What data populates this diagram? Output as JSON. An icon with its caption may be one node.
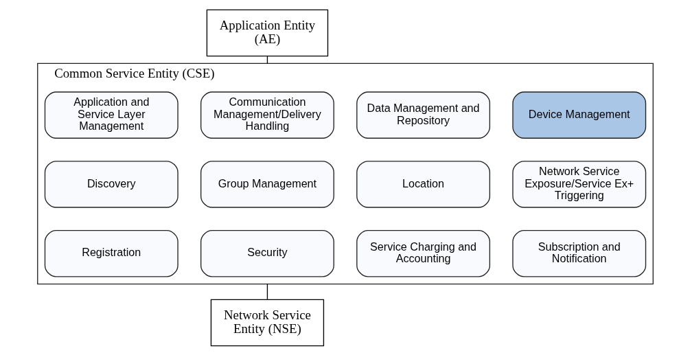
{
  "diagram": {
    "nodes": [
      {
        "text": [
          "Application Entity (AE)"
        ]
      },
      {
        "text": [
          "Common Service Entity (CSE)"
        ]
      },
      {
        "text": [
          "Application and Service Layer Management"
        ],
        "in": 1
      },
      {
        "text": [
          "Communication Management/Delivery Handling"
        ],
        "in": 1
      },
      {
        "text": [
          "Data Management and Repository"
        ],
        "in": 1
      },
      {
        "text": [
          "Device Management"
        ],
        "in": 1
      },
      {
        "text": [
          "Discovery"
        ],
        "in": 1
      },
      {
        "text": [
          "Group Management"
        ],
        "in": 1
      },
      {
        "text": [
          "Location"
        ],
        "in": 1
      },
      {
        "text": [
          "Network Service Exposure/Service Ex+ Triggering"
        ],
        "in": 1
      },
      {
        "text": [
          "Registration"
        ],
        "in": 1
      },
      {
        "text": [
          "Security"
        ],
        "in": 1
      },
      {
        "text": [
          "Service Charging and Accounting"
        ],
        "in": 1
      },
      {
        "text": [
          "Subscription and Notification"
        ],
        "in": 1
      },
      {
        "text": [
          "Network Service Entity (NSE)"
        ]
      }
    ],
    "edges": [
      {
        "from": 0,
        "to": 1,
        "arrow": "none"
      },
      {
        "from": 1,
        "to": 14,
        "arrow": "none"
      }
    ]
  }
}
